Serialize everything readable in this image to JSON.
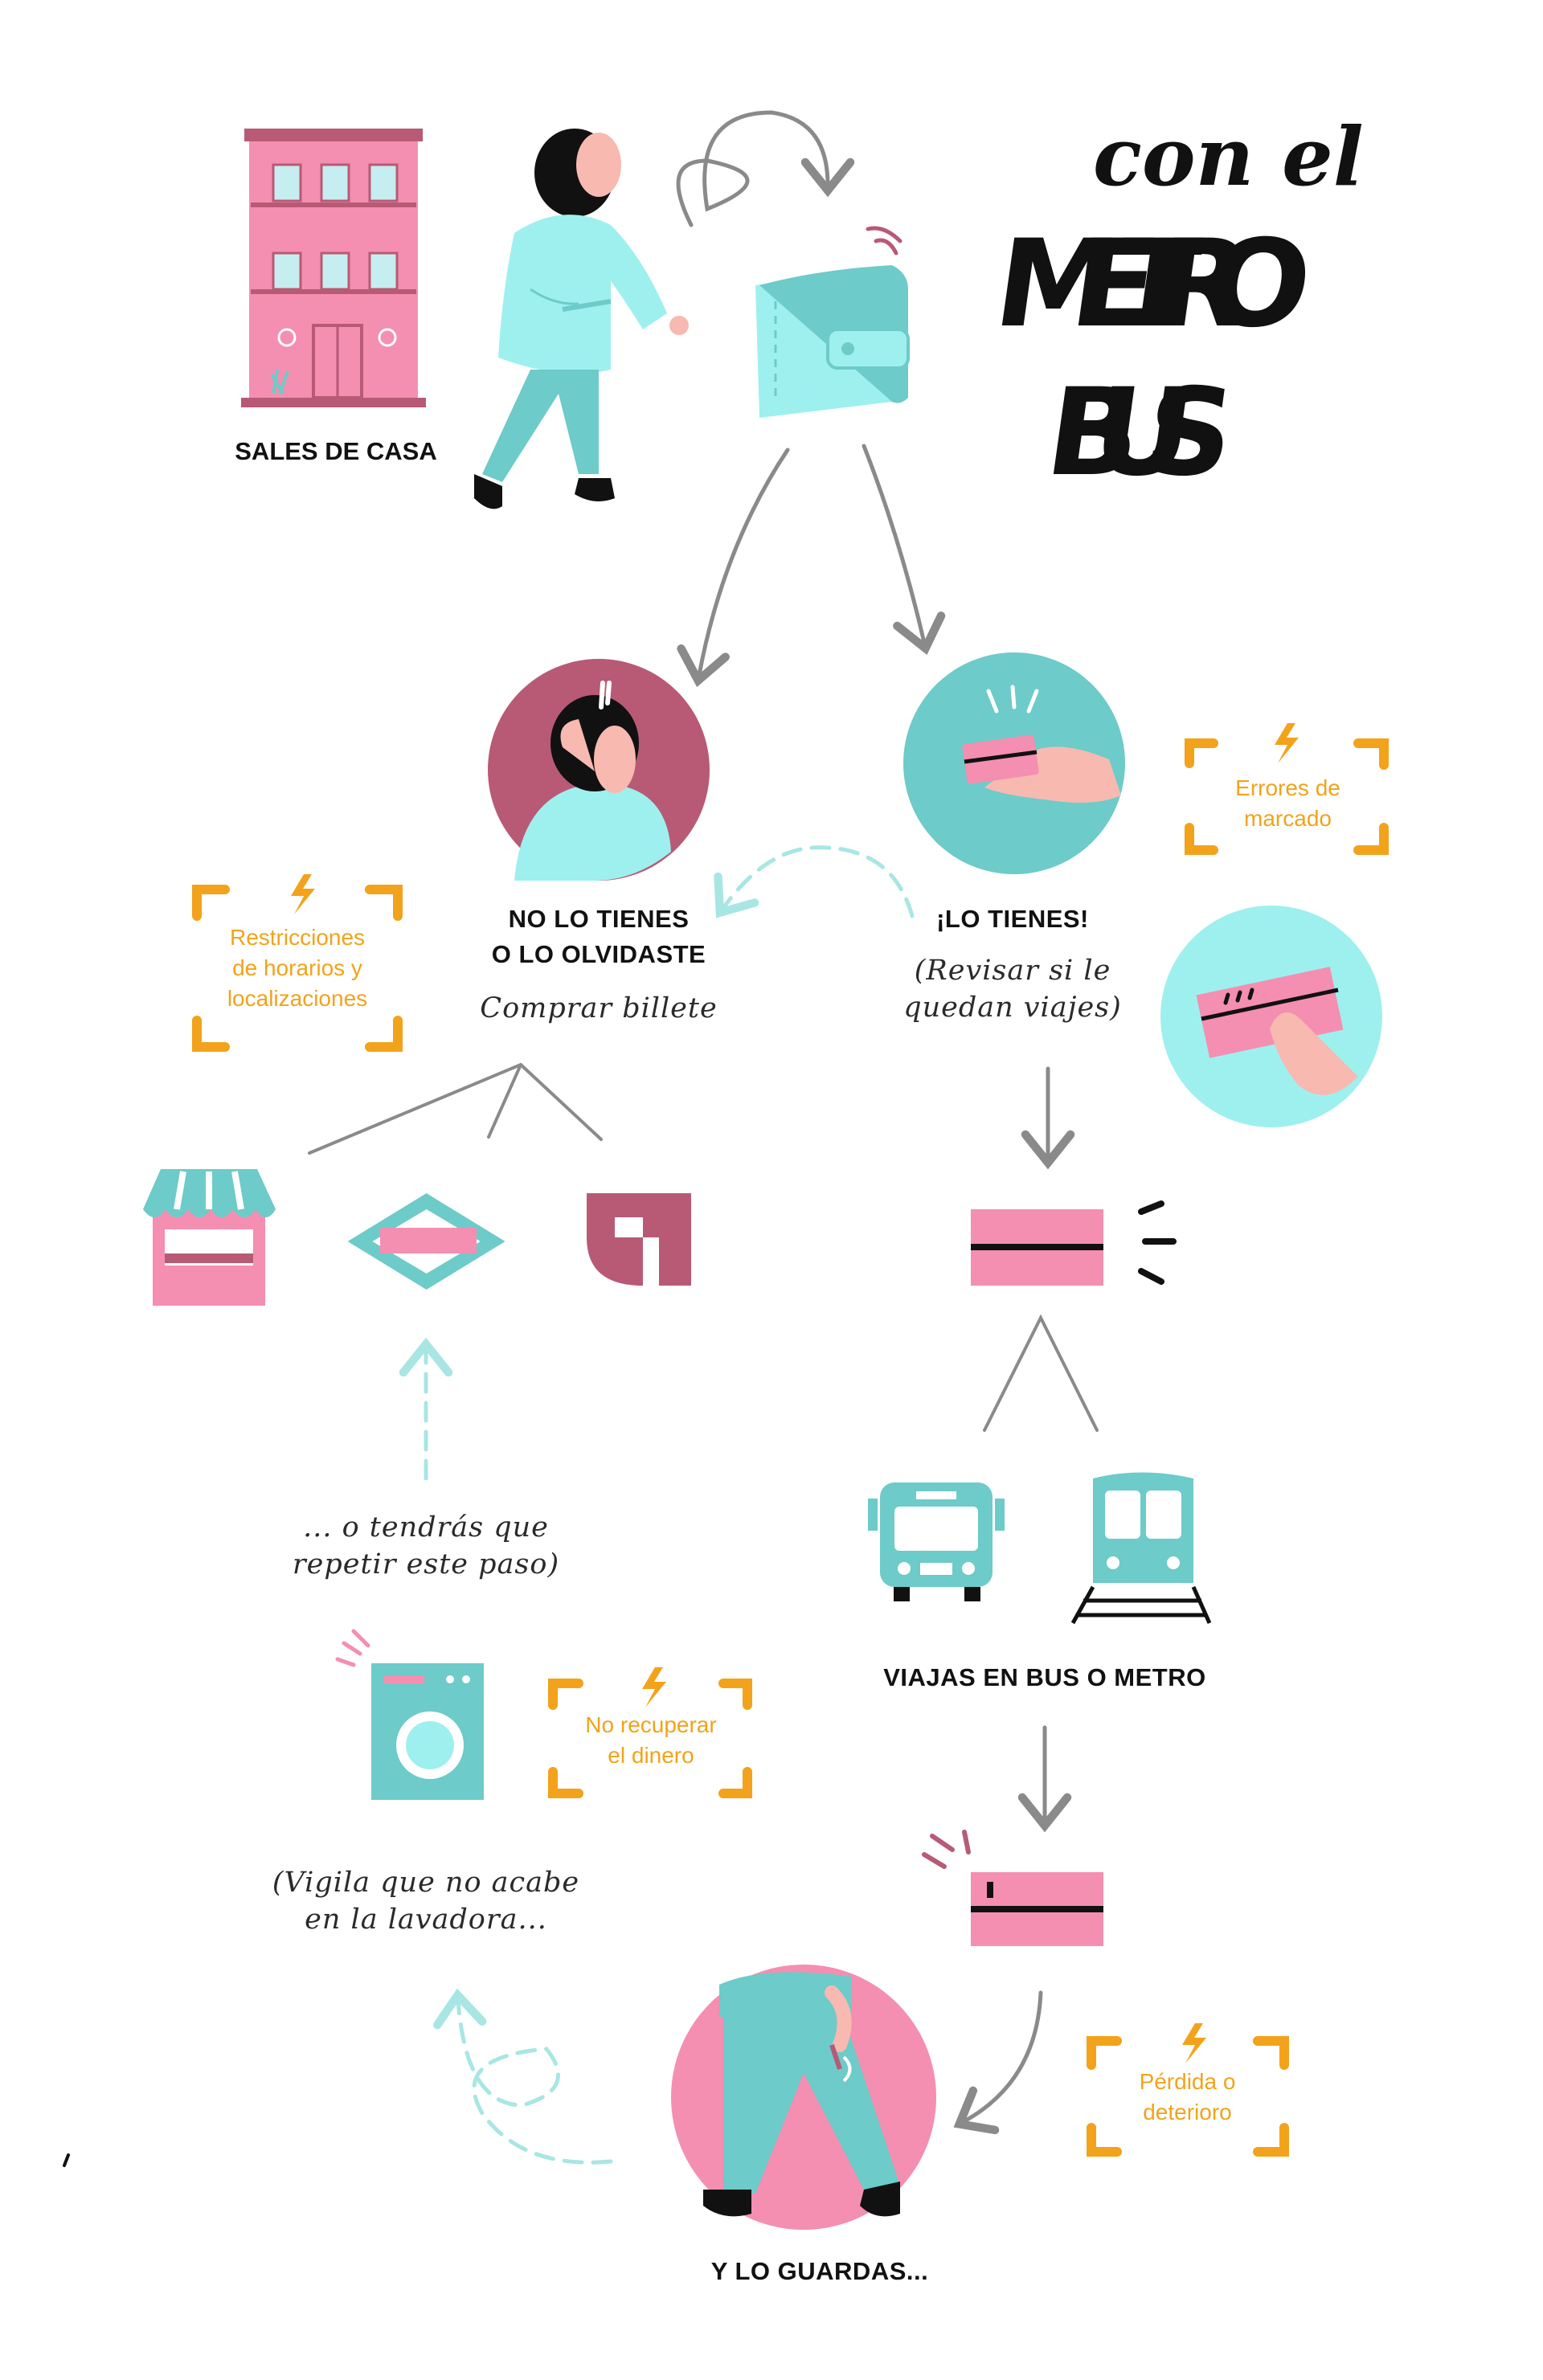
{
  "title": {
    "line1": "con el",
    "line2": "METRO",
    "line3": "BUS"
  },
  "steps": {
    "leave_home": "SALES DE CASA",
    "no_card_line1": "NO LO TIENES",
    "no_card_line2": "O LO OLVIDASTE",
    "buy_ticket": "Comprar billete",
    "have_it": "¡LO TIENES!",
    "check_trips_line1": "(Revisar si le",
    "check_trips_line2": "quedan viajes)",
    "travel": "VIAJAS EN BUS O METRO",
    "store_it": "Y LO GUARDAS...",
    "repeat_line1": "... o tendrás que",
    "repeat_line2": "repetir este paso)",
    "washer_line1": "(Vigila que no acabe",
    "washer_line2": "en la lavadora..."
  },
  "warnings": {
    "schedule_line1": "Restricciones",
    "schedule_line2": "de horarios y",
    "schedule_line3": "localizaciones",
    "marking_line1": "Errores de",
    "marking_line2": "marcado",
    "refund_line1": "No recuperar",
    "refund_line2": "el dinero",
    "loss_line1": "Pérdida o",
    "loss_line2": "deterioro"
  },
  "icons": {
    "building": "building-icon",
    "person": "person-walking-icon",
    "wallet": "wallet-icon",
    "facepalm": "facepalm-icon",
    "card_in_hand": "card-in-hand-icon",
    "card_check": "card-check-icon",
    "kiosk": "kiosk-icon",
    "metro_logo": "metro-logo-icon",
    "transit_logo": "transit-logo-icon",
    "card": "transit-card-icon",
    "bus": "bus-icon",
    "train": "train-icon",
    "washing_machine": "washing-machine-icon",
    "pocket": "pocket-icon",
    "warning": "lightning-icon"
  },
  "colors": {
    "pink": "#f48fb1",
    "teal": "#6dcbc9",
    "light_teal": "#9ef0ee",
    "mauve": "#b85a75",
    "orange": "#f2a31b",
    "gray": "#8a8a8a"
  }
}
